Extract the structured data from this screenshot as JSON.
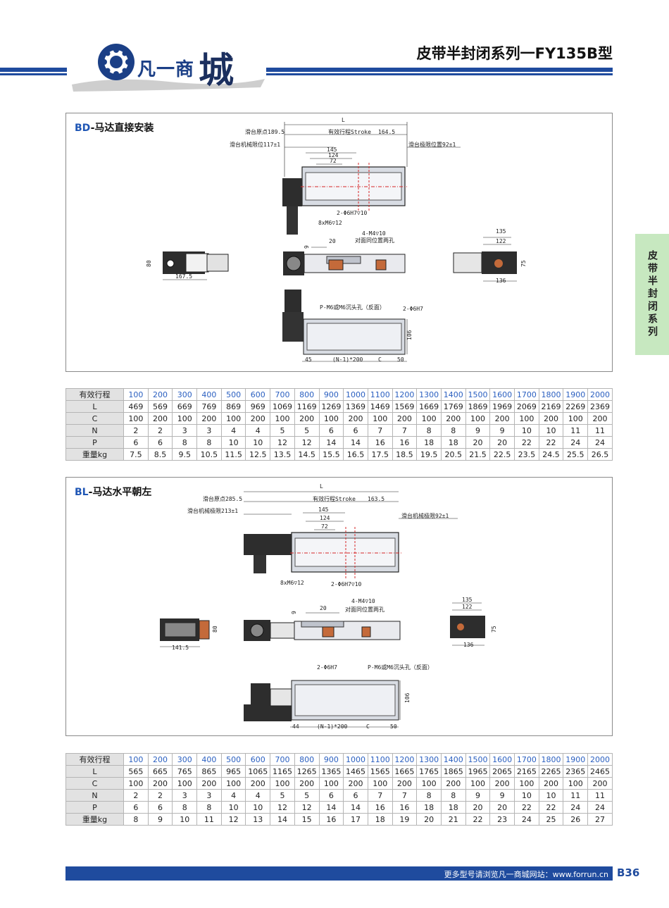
{
  "header": {
    "logo_text": "凡一商",
    "logo_big": "城",
    "title": "皮带半封闭系列一FY135B型"
  },
  "side_tab": {
    "label": "皮带半封闭系列"
  },
  "colors": {
    "brand_blue": "#1f4b9e",
    "tab_green": "#c7e8c0",
    "head_blue": "#2a5fc0",
    "red_line": "#d62828"
  },
  "panel_bd": {
    "code": "BD",
    "title": "-马达直接安装",
    "labels": {
      "L": "L",
      "origin": "滑台原点189.5",
      "stroke": "有效行程Stroke",
      "d164": "164.5",
      "mech_limit": "滑台机械限位117±1",
      "limit_right": "滑台极限位置92±1",
      "d145": "145",
      "d124": "124",
      "d72": "72",
      "hole1": "2-Φ6H7▽10",
      "hole2": "8xM6▽12",
      "m4": "4-M4▽10",
      "m4_note": "对面同位置两孔",
      "d20": "20",
      "d9": "9",
      "d80": "80",
      "d1675": "167.5",
      "d135": "135",
      "d122": "122",
      "d136": "136",
      "d75": "75",
      "p_m6": "P-M6或M6沉头孔（反面）",
      "hole3": "2-Φ6H7",
      "d106": "106",
      "d45": "45",
      "pitch": "(N-1)*200",
      "C": "C",
      "d50": "50"
    }
  },
  "table_bd": {
    "row_headers": [
      "有效行程",
      "L",
      "C",
      "N",
      "P",
      "重量kg"
    ],
    "stroke": [
      "100",
      "200",
      "300",
      "400",
      "500",
      "600",
      "700",
      "800",
      "900",
      "1000",
      "1100",
      "1200",
      "1300",
      "1400",
      "1500",
      "1600",
      "1700",
      "1800",
      "1900",
      "2000"
    ],
    "L": [
      "469",
      "569",
      "669",
      "769",
      "869",
      "969",
      "1069",
      "1169",
      "1269",
      "1369",
      "1469",
      "1569",
      "1669",
      "1769",
      "1869",
      "1969",
      "2069",
      "2169",
      "2269",
      "2369"
    ],
    "C": [
      "100",
      "200",
      "100",
      "200",
      "100",
      "200",
      "100",
      "200",
      "100",
      "200",
      "100",
      "200",
      "100",
      "200",
      "100",
      "200",
      "100",
      "200",
      "100",
      "200"
    ],
    "N": [
      "2",
      "2",
      "3",
      "3",
      "4",
      "4",
      "5",
      "5",
      "6",
      "6",
      "7",
      "7",
      "8",
      "8",
      "9",
      "9",
      "10",
      "10",
      "11",
      "11"
    ],
    "P": [
      "6",
      "6",
      "8",
      "8",
      "10",
      "10",
      "12",
      "12",
      "14",
      "14",
      "16",
      "16",
      "18",
      "18",
      "20",
      "20",
      "22",
      "22",
      "24",
      "24"
    ],
    "W": [
      "7.5",
      "8.5",
      "9.5",
      "10.5",
      "11.5",
      "12.5",
      "13.5",
      "14.5",
      "15.5",
      "16.5",
      "17.5",
      "18.5",
      "19.5",
      "20.5",
      "21.5",
      "22.5",
      "23.5",
      "24.5",
      "25.5",
      "26.5"
    ]
  },
  "panel_bl": {
    "code": "BL",
    "title": "-马达水平朝左",
    "labels": {
      "L": "L",
      "origin": "滑台原点285.5",
      "stroke": "有效行程Stroke",
      "d163": "163.5",
      "mech_limit": "滑台机械极限213±1",
      "limit_right": "滑台机械极限92±1",
      "d145": "145",
      "d124": "124",
      "d72": "72",
      "hole2": "8xM6▽12",
      "hole1": "2-Φ6H7▽10",
      "m4": "4-M4▽10",
      "m4_note": "对面同位置两孔",
      "d20": "20",
      "d9": "9",
      "d80": "80",
      "d1415": "141.5",
      "d135": "135",
      "d122": "122",
      "d136": "136",
      "d75": "75",
      "hole3": "2-Φ6H7",
      "p_m6": "P-M6或M6沉头孔（反面）",
      "d106": "106",
      "d44": "44",
      "pitch": "(N-1)*200",
      "C": "C",
      "d50": "50"
    }
  },
  "table_bl": {
    "row_headers": [
      "有效行程",
      "L",
      "C",
      "N",
      "P",
      "重量kg"
    ],
    "stroke": [
      "100",
      "200",
      "300",
      "400",
      "500",
      "600",
      "700",
      "800",
      "900",
      "1000",
      "1100",
      "1200",
      "1300",
      "1400",
      "1500",
      "1600",
      "1700",
      "1800",
      "1900",
      "2000"
    ],
    "L": [
      "565",
      "665",
      "765",
      "865",
      "965",
      "1065",
      "1165",
      "1265",
      "1365",
      "1465",
      "1565",
      "1665",
      "1765",
      "1865",
      "1965",
      "2065",
      "2165",
      "2265",
      "2365",
      "2465"
    ],
    "C": [
      "100",
      "200",
      "100",
      "200",
      "100",
      "200",
      "100",
      "200",
      "100",
      "200",
      "100",
      "200",
      "100",
      "200",
      "100",
      "200",
      "100",
      "200",
      "100",
      "200"
    ],
    "N": [
      "2",
      "2",
      "3",
      "3",
      "4",
      "4",
      "5",
      "5",
      "6",
      "6",
      "7",
      "7",
      "8",
      "8",
      "9",
      "9",
      "10",
      "10",
      "11",
      "11"
    ],
    "P": [
      "6",
      "6",
      "8",
      "8",
      "10",
      "10",
      "12",
      "12",
      "14",
      "14",
      "16",
      "16",
      "18",
      "18",
      "20",
      "20",
      "22",
      "22",
      "24",
      "24"
    ],
    "W": [
      "8",
      "9",
      "10",
      "11",
      "12",
      "13",
      "14",
      "15",
      "16",
      "17",
      "18",
      "19",
      "20",
      "21",
      "22",
      "23",
      "24",
      "25",
      "26",
      "27"
    ]
  },
  "footer": {
    "text": "更多型号请浏览凡一商城网站：www.forrun.cn",
    "page": "B36"
  }
}
